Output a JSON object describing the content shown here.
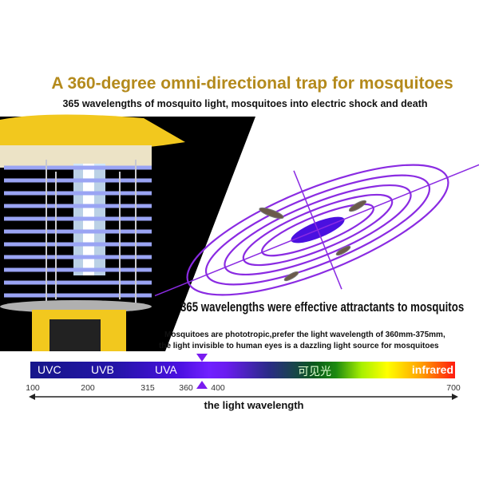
{
  "headline": "A 360-degree omni-directional trap for mosquitoes",
  "subheadline": "365 wavelengths of mosquito light, mosquitoes into electric shock and death",
  "attractant_statement": "365 wavelengths were effective attractants to mosquitos",
  "description": {
    "line1": "Mosquitoes are phototropic,prefer the light wavelength of 360mm-375mm,",
    "line2": "the light invisible to human eyes is a dazzling light source for mosquitoes"
  },
  "spectrum": {
    "bands": [
      "UVC",
      "UVB",
      "UVA",
      "可见光",
      "infrared"
    ],
    "ticks": [
      "100",
      "200",
      "315",
      "360",
      "400",
      "700"
    ],
    "axis_label": "the light wavelength",
    "marker_wavelength": 365
  },
  "colors": {
    "headline": "#b48a1c",
    "ellipse": "#8a2be2",
    "lamp_yellow": "#f2c81e"
  }
}
